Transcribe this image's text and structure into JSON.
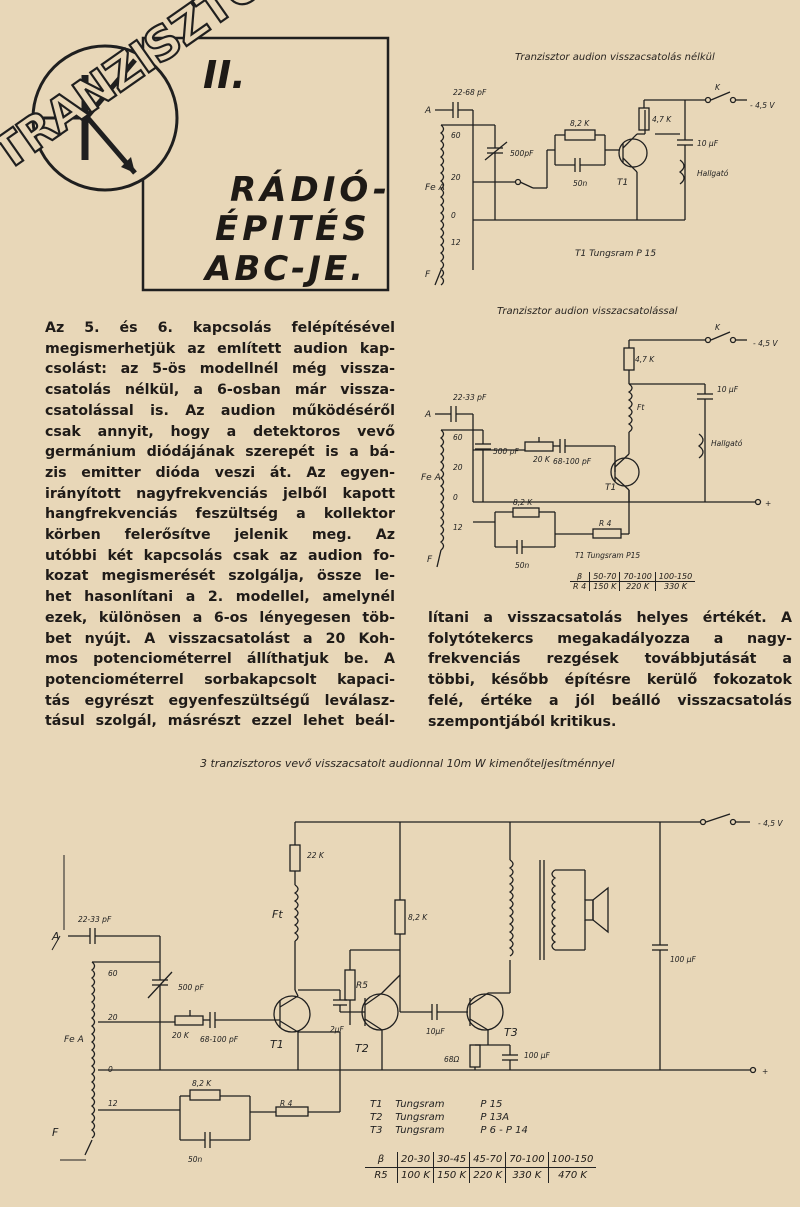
{
  "header": {
    "series_number": "II.",
    "title_word": "TRANZISZTOROS",
    "title_line2": "RÁDIÓ-",
    "title_line3": "ÉPITÉS",
    "title_line4": "ABC-JE."
  },
  "diagram1": {
    "caption": "Tranzisztor audion visszacsatolás nélkül",
    "labels": {
      "antenna": "A",
      "cap_in": "22-68 pF",
      "fe": "Fe A",
      "ground": "F",
      "tap60": "60",
      "tap20": "20",
      "tap0": "0",
      "tap12": "12",
      "var_cap": "500pF",
      "res1": "8,2 K",
      "cap2": "50n",
      "res2": "4,7 K",
      "switch": "K",
      "supply": "- 4,5 V",
      "elcap": "10 μF",
      "headphone": "Hallgató",
      "t1": "T1",
      "note": "T1   Tungsram  P 15"
    }
  },
  "diagram2": {
    "caption": "Tranzisztor audion visszacsatolással",
    "labels": {
      "antenna": "A",
      "cap_in": "22-33 pF",
      "fe": "Fe A",
      "ground": "F",
      "tap60": "60",
      "tap20": "20",
      "tap0": "0",
      "tap12": "12",
      "var_cap": "500 pF",
      "pot": "20 K",
      "cap3": "68-100 pF",
      "res1": "8,2 K",
      "cap2": "50n",
      "res2": "4,7 K",
      "choke": "Ft",
      "r4": "R 4",
      "switch": "K",
      "supply": "- 4,5 V",
      "elcap": "10 μF",
      "headphone": "Hallgató",
      "plus": "+",
      "t1": "T1",
      "note": "T1   Tungsram   P15"
    },
    "table": {
      "rows": [
        [
          "β",
          "50-70",
          "70-100",
          "100-150"
        ],
        [
          "R 4",
          "150 K",
          "220 K",
          "330 K"
        ]
      ]
    }
  },
  "article": {
    "left_lines": [
      "Az 5. és 6. kapcsolás felépítésével",
      "megismerhetjük az említett audion kap-",
      "csolást: az 5-ös modellnél még vissza-",
      "csatolás nélkül, a 6-osban már vissza-",
      "csatolással is. Az audion működéséről",
      "csak annyit, hogy a detektoros vevő",
      "germánium diódájának szerepét is a bá-",
      "zis emitter dióda veszi át. Az egyen-",
      "irányított nagyfrekvenciás jelből kapott",
      "hangfrekvenciás feszültség a kollektor",
      "körben felerősítve jelenik meg. Az",
      "utóbbi két kapcsolás csak az audion fo-",
      "kozat megismerését szolgálja, össze le-",
      "het hasonlítani a 2. modellel, amelynél",
      "ezek, különösen a 6-os lényegesen töb-",
      "bet nyújt. A visszacsatolást a 20 Koh-",
      "mos potenciométerrel állíthatjuk be. A",
      "potenciométerrel sorbakapcsolt kapaci-",
      "tás egyrészt egyenfeszültségű leválasz-",
      "tásul szolgál, másrészt ezzel lehet beál-"
    ],
    "right_lines": [
      "lítani a visszacsatolás helyes értékét. A",
      "folytótekercs megakadályozza a nagy-",
      "frekvenciás rezgések továbbjutását a",
      "többi, később építésre kerülő fokozatok",
      "felé, értéke a jól beálló visszacsatolás",
      "szempontjából kritikus."
    ]
  },
  "diagram3": {
    "caption": "3 tranzisztoros vevő visszacsatolt audionnal 10m W kimenőteljesítménnyel",
    "labels": {
      "antenna": "A",
      "cap_in": "22-33 pF",
      "fe": "Fe A",
      "ground": "F",
      "tap60": "60",
      "tap20": "20",
      "tap0": "0",
      "tap12": "12",
      "var_cap": "500 pF",
      "pot": "20 K",
      "cap3": "68-100 pF",
      "res1": "8,2 K",
      "cap2": "50n",
      "r22k": "22 K",
      "choke": "Ft",
      "r82k": "8,2 K",
      "r5": "R5",
      "c2uf": "2μF",
      "c10uf": "10μF",
      "r68": "68Ω",
      "c100a": "100 μF",
      "c100b": "100 μF",
      "r4": "R 4",
      "supply": "- 4,5 V",
      "plus": "+",
      "t1": "T1",
      "t2": "T2",
      "t3": "T3"
    },
    "transistors": [
      {
        "ref": "T1",
        "maker": "Tungsram",
        "type": "P 15"
      },
      {
        "ref": "T2",
        "maker": "Tungsram",
        "type": "P 13A"
      },
      {
        "ref": "T3",
        "maker": "Tungsram",
        "type": "P 6 - P 14"
      }
    ],
    "table": {
      "rows": [
        [
          "β",
          "20-30",
          "30-45",
          "45-70",
          "70-100",
          "100-150"
        ],
        [
          "R5",
          "100 K",
          "150 K",
          "220 K",
          "330 K",
          "470 K"
        ]
      ]
    }
  }
}
